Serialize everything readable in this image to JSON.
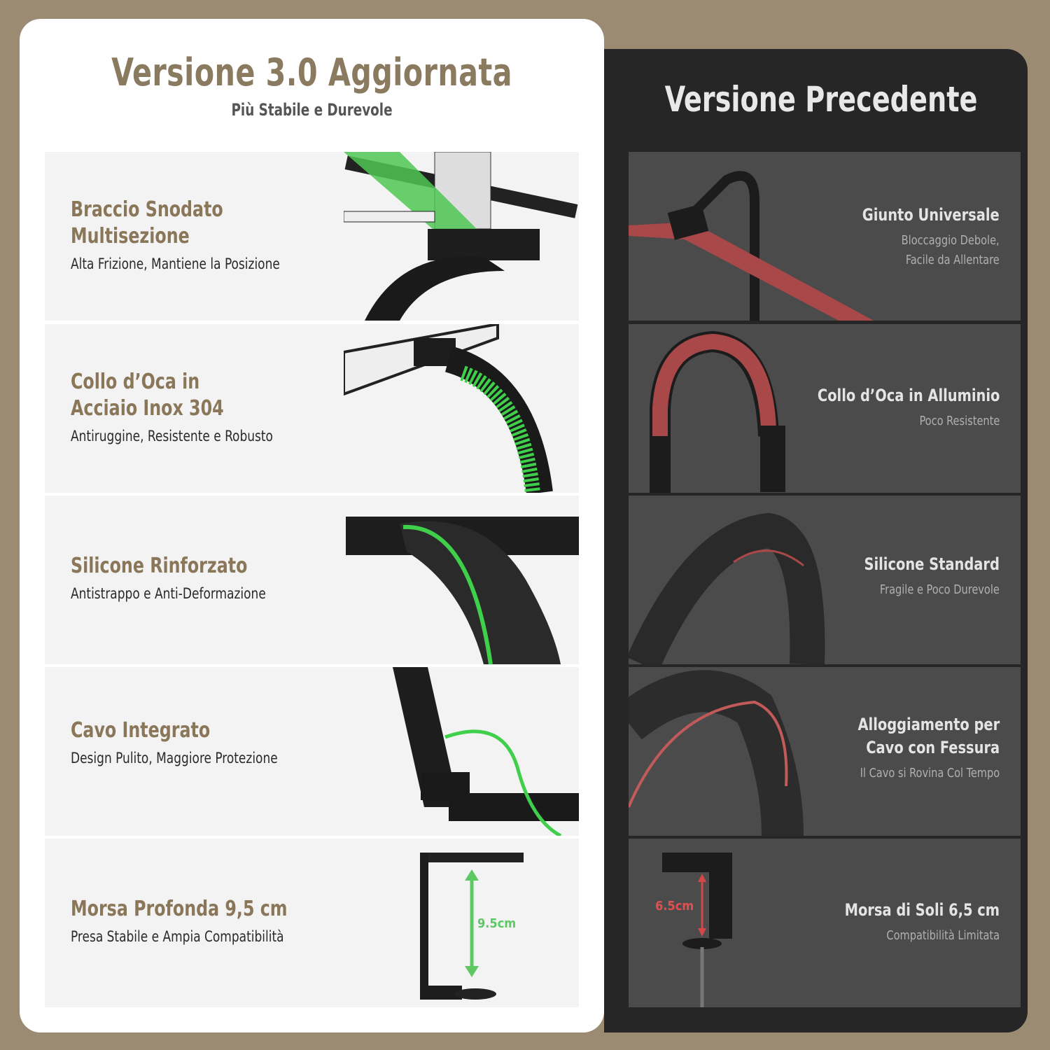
{
  "new_version": {
    "title": "Versione 3.0 Aggiornata",
    "subtitle": "Più Stabile e Durevole",
    "accent_color": "#3fcf4a",
    "features": [
      {
        "title_line1": "Braccio Snodato",
        "title_line2": "Multisezione",
        "description": "Alta Frizione, Mantiene la Posizione"
      },
      {
        "title_line1": "Collo d’Oca in",
        "title_line2": "Acciaio Inox 304",
        "description": "Antiruggine, Resistente e Robusto"
      },
      {
        "title_line1": "Silicone Rinforzato",
        "description": "Antistrappo e Anti-Deformazione"
      },
      {
        "title_line1": "Cavo Integrato",
        "description": "Design Pulito, Maggiore Protezione"
      },
      {
        "title_line1": "Morsa Profonda 9,5 cm",
        "description": "Presa Stabile e Ampia Compatibilità",
        "measure_label": "9.5cm"
      }
    ]
  },
  "old_version": {
    "title": "Versione Precedente",
    "accent_color": "#b24a4a",
    "features": [
      {
        "title_line1": "Giunto Universale",
        "desc_line1": "Bloccaggio Debole,",
        "desc_line2": "Facile da Allentare"
      },
      {
        "title_line1": "Collo d’Oca in Alluminio",
        "desc_line1": "Poco Resistente"
      },
      {
        "title_line1": "Silicone Standard",
        "desc_line1": "Fragile e Poco Durevole"
      },
      {
        "title_line1": "Alloggiamento per",
        "title_line2": "Cavo con Fessura",
        "desc_line1": "Il Cavo si Rovina Col Tempo"
      },
      {
        "title_line1": "Morsa di Soli 6,5 cm",
        "desc_line1": "Compatibilità Limitata",
        "measure_label": "6.5cm"
      }
    ]
  }
}
